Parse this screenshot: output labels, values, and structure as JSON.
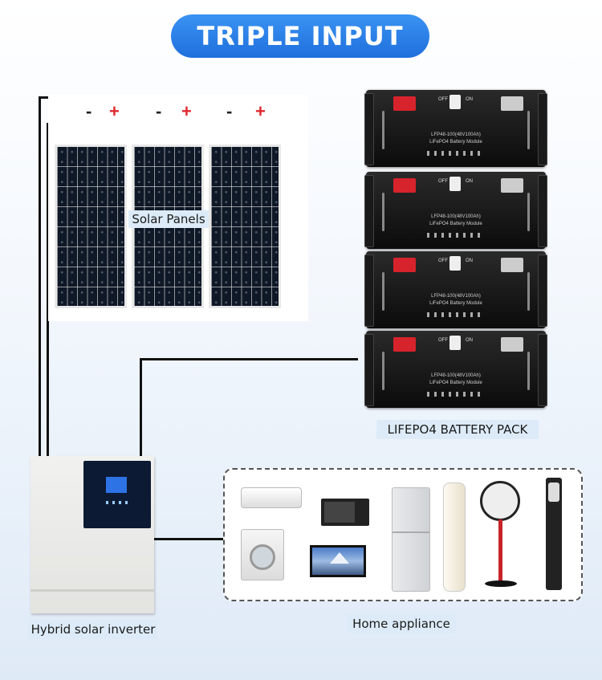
{
  "title": "TRIPLE INPUT",
  "labels": {
    "solar_panels": "Solar Panels",
    "battery_pack": "LIFEPO4 BATTERY PACK",
    "inverter": "Hybrid solar inverter",
    "home_appliance": "Home appliance"
  },
  "panel_signs": {
    "negative": "-",
    "positive": "+"
  },
  "battery": {
    "model_line1": "LFP48-100(48V100Ah)",
    "model_line2": "LiFePO4 Battery Module",
    "off": "OFF",
    "on": "ON"
  },
  "colors": {
    "accent_blue": "#2580e8",
    "label_bg": "#ddebf8",
    "wire": "#111111",
    "positive_red": "#e0282e"
  }
}
